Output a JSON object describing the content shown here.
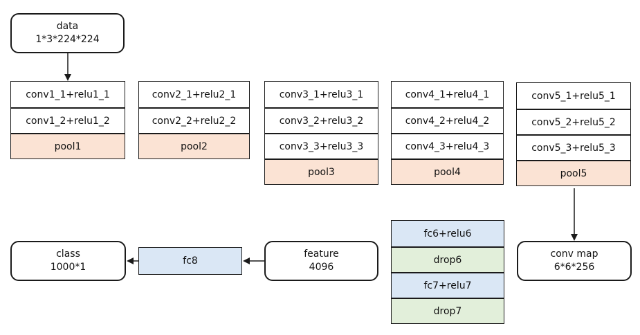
{
  "data_node": {
    "line1": "data",
    "line2": "1*3*224*224"
  },
  "blocks": [
    {
      "layers": [
        "conv1_1+relu1_1",
        "conv1_2+relu1_2"
      ],
      "pool": "pool1"
    },
    {
      "layers": [
        "conv2_1+relu2_1",
        "conv2_2+relu2_2"
      ],
      "pool": "pool2"
    },
    {
      "layers": [
        "conv3_1+relu3_1",
        "conv3_2+relu3_2",
        "conv3_3+relu3_3"
      ],
      "pool": "pool3"
    },
    {
      "layers": [
        "conv4_1+relu4_1",
        "conv4_2+relu4_2",
        "conv4_3+relu4_3"
      ],
      "pool": "pool4"
    },
    {
      "layers": [
        "conv5_1+relu5_1",
        "conv5_2+relu5_2",
        "conv5_3+relu5_3"
      ],
      "pool": "pool5"
    }
  ],
  "conv_map": {
    "line1": "conv map",
    "line2": "6*6*256"
  },
  "fc_stack": [
    "fc6+relu6",
    "drop6",
    "fc7+relu7",
    "drop7"
  ],
  "feature_node": {
    "line1": "feature",
    "line2": "4096"
  },
  "fc8": "fc8",
  "class_node": {
    "line1": "class",
    "line2": "1000*1"
  },
  "colors": {
    "pool": "#fbe3d4",
    "fc": "#dae7f5",
    "drop": "#e2efda",
    "border": "#1a1a1a"
  }
}
